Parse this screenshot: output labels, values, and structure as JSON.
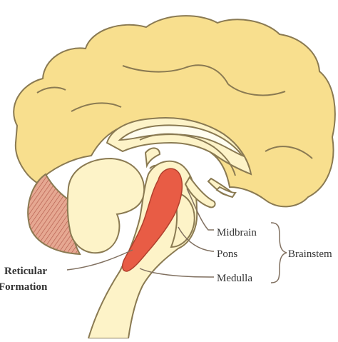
{
  "labels": {
    "midbrain": "Midbrain",
    "pons": "Pons",
    "medulla": "Medulla",
    "brainstem": "Brainstem",
    "reticular_line1": "Reticular",
    "reticular_line2": "Formation"
  },
  "colors": {
    "cortex": "#f8df8e",
    "inner": "#fdf3c8",
    "outline": "#8a7a52",
    "reticular": "#e85c45",
    "cerebellum_fill": "#e6a892",
    "cerebellum_stripe": "#b35a4a",
    "leader": "#807060",
    "text": "#333333"
  }
}
